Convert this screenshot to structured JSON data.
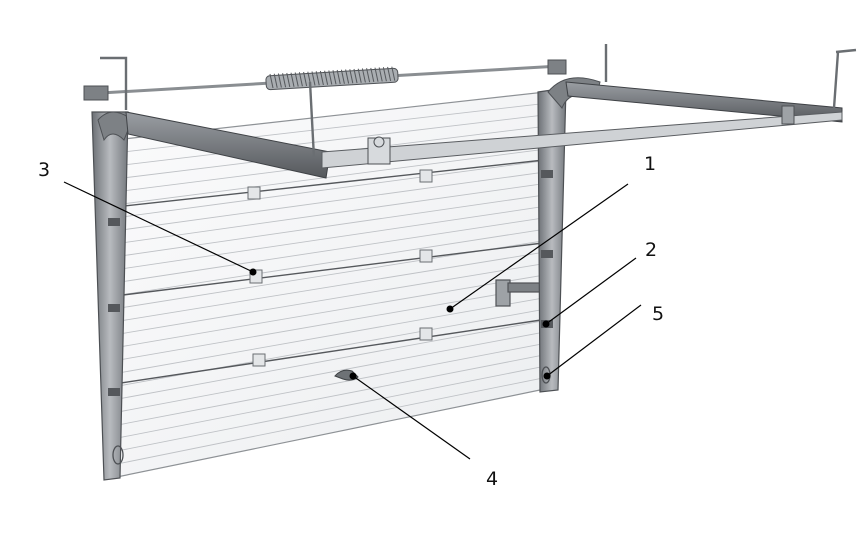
{
  "figure": {
    "colors": {
      "metal_dark": "#5f6266",
      "metal_mid": "#8c9094",
      "metal_light": "#c9ccd0",
      "panel": "#f6f7f8",
      "panel_line": "#b9bcc0",
      "ink": "#000000"
    },
    "callouts": [
      {
        "id": "1",
        "label": "1"
      },
      {
        "id": "2",
        "label": "2"
      },
      {
        "id": "3",
        "label": "3"
      },
      {
        "id": "4",
        "label": "4"
      },
      {
        "id": "5",
        "label": "5"
      }
    ]
  }
}
